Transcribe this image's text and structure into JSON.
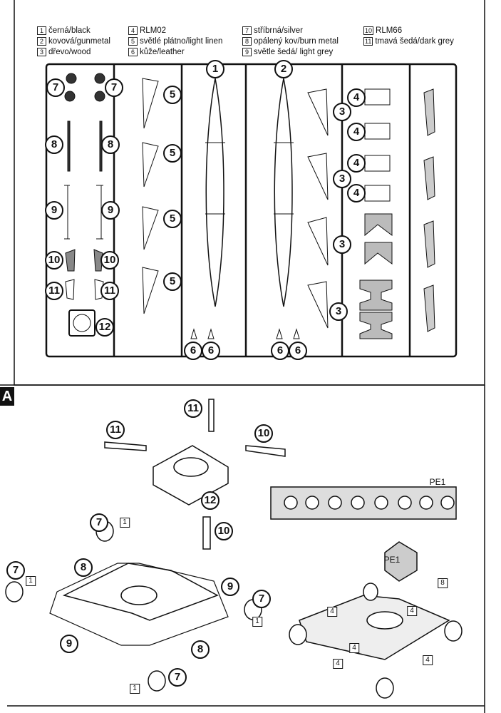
{
  "legend": [
    {
      "num": "1",
      "text": "černá/black"
    },
    {
      "num": "2",
      "text": "kovová/gunmetal"
    },
    {
      "num": "3",
      "text": "dřevo/wood"
    },
    {
      "num": "4",
      "text": "RLM02"
    },
    {
      "num": "5",
      "text": "světlé plátno/light linen"
    },
    {
      "num": "6",
      "text": "kůže/leather"
    },
    {
      "num": "7",
      "text": "stříbrná/silver"
    },
    {
      "num": "8",
      "text": "opálený kov/burn metal"
    },
    {
      "num": "9",
      "text": "světle šedá/ light grey"
    },
    {
      "num": "10",
      "text": "RLM66"
    },
    {
      "num": "11",
      "text": "tmavá šedá/dark grey"
    }
  ],
  "step_label": "A",
  "sprue_callouts": [
    "7",
    "7",
    "8",
    "8",
    "9",
    "9",
    "10",
    "10",
    "11",
    "11",
    "12",
    "5",
    "5",
    "5",
    "5",
    "1",
    "2",
    "6",
    "6",
    "6",
    "6",
    "3",
    "3",
    "3",
    "3",
    "4",
    "4",
    "4",
    "4"
  ],
  "assembly_callouts": [
    "11",
    "11",
    "10",
    "10",
    "12",
    "7",
    "7",
    "7",
    "7",
    "8",
    "8",
    "9",
    "9"
  ],
  "color_boxes": [
    "1",
    "1",
    "1",
    "1",
    "8",
    "4",
    "4",
    "4",
    "4",
    "4"
  ],
  "photo_etch_labels": [
    "PE1",
    "PE1"
  ]
}
